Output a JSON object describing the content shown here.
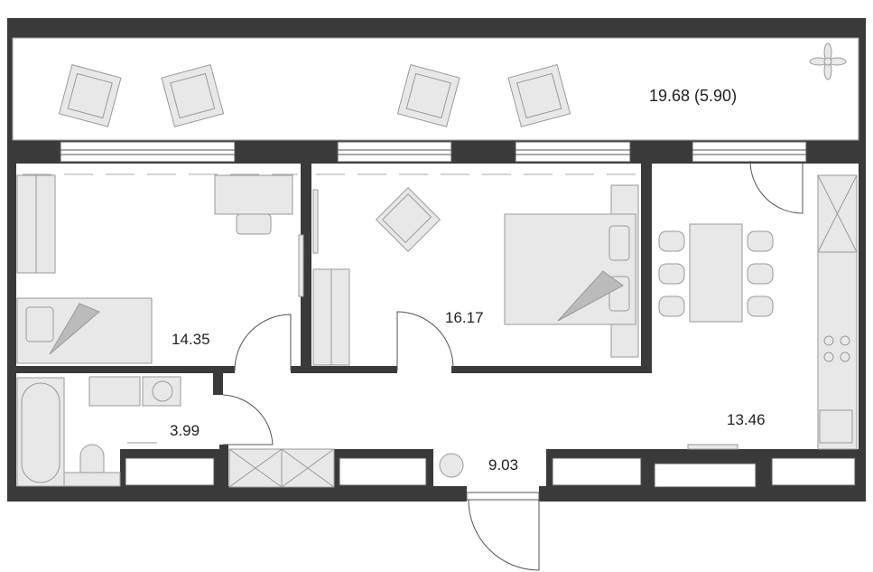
{
  "plan": {
    "rooms": [
      {
        "name": "balcony",
        "area": "19.68  (5.90)"
      },
      {
        "name": "bedroom-1",
        "area": "14.35"
      },
      {
        "name": "bedroom-2",
        "area": "16.17"
      },
      {
        "name": "bathroom",
        "area": "3.99"
      },
      {
        "name": "kitchen-living",
        "area": "13.46"
      },
      {
        "name": "hallway",
        "area": "9.03"
      }
    ],
    "colors": {
      "wall": "#3a3a3a",
      "furniture": "#e8e8e8",
      "outline": "#9a9a9a"
    }
  }
}
